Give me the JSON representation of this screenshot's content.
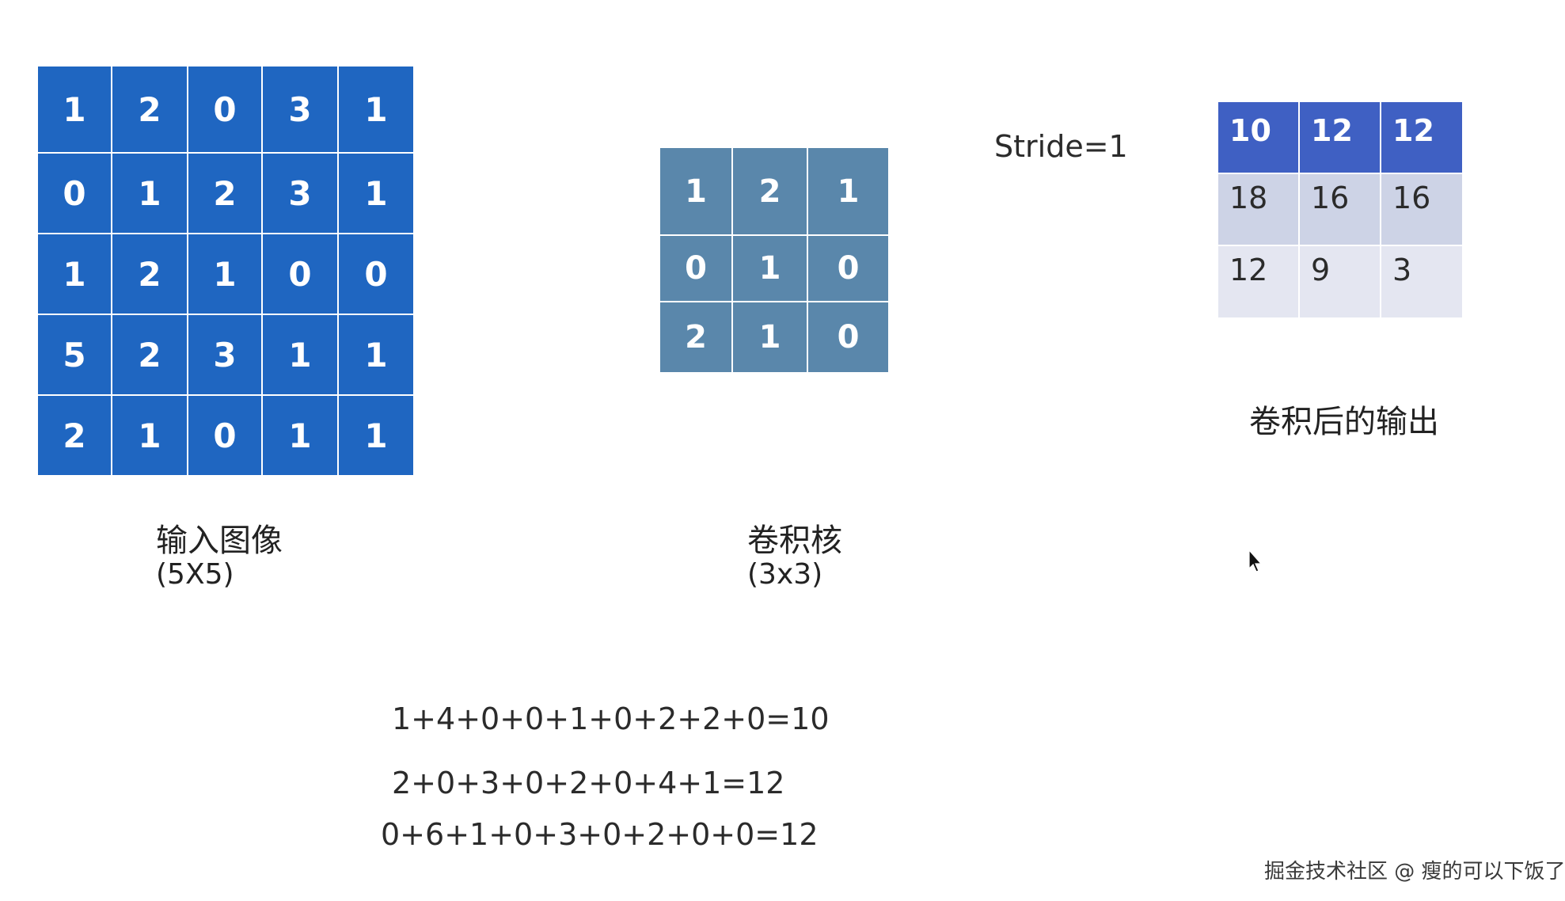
{
  "input": {
    "caption_title": "输入图像",
    "caption_sub": "(5X5)",
    "rows": [
      [
        "1",
        "2",
        "0",
        "3",
        "1"
      ],
      [
        "0",
        "1",
        "2",
        "3",
        "1"
      ],
      [
        "1",
        "2",
        "1",
        "0",
        "0"
      ],
      [
        "5",
        "2",
        "3",
        "1",
        "1"
      ],
      [
        "2",
        "1",
        "0",
        "1",
        "1"
      ]
    ],
    "color": "#1f66c1"
  },
  "kernel": {
    "caption_title": "卷积核",
    "caption_sub": "(3x3)",
    "rows": [
      [
        "1",
        "2",
        "1"
      ],
      [
        "0",
        "1",
        "0"
      ],
      [
        "2",
        "1",
        "0"
      ]
    ],
    "color": "#5a87ab"
  },
  "stride": {
    "label": "Stride=1"
  },
  "output": {
    "caption": "卷积后的输出",
    "rows": [
      [
        "10",
        "12",
        "12"
      ],
      [
        "18",
        "16",
        "16"
      ],
      [
        "12",
        "9",
        "3"
      ]
    ],
    "header_color": "#3f60c3",
    "row2_color": "#cdd3e6",
    "row3_color": "#e4e6f1"
  },
  "equations": [
    "1+4+0+0+1+0+2+2+0=10",
    "2+0+3+0+2+0+4+1=12",
    "0+6+1+0+3+0+2+0+0=12"
  ],
  "watermark": "掘金技术社区 @ 瘦的可以下饭了",
  "icons": {
    "cursor": "mouse-pointer-icon"
  }
}
